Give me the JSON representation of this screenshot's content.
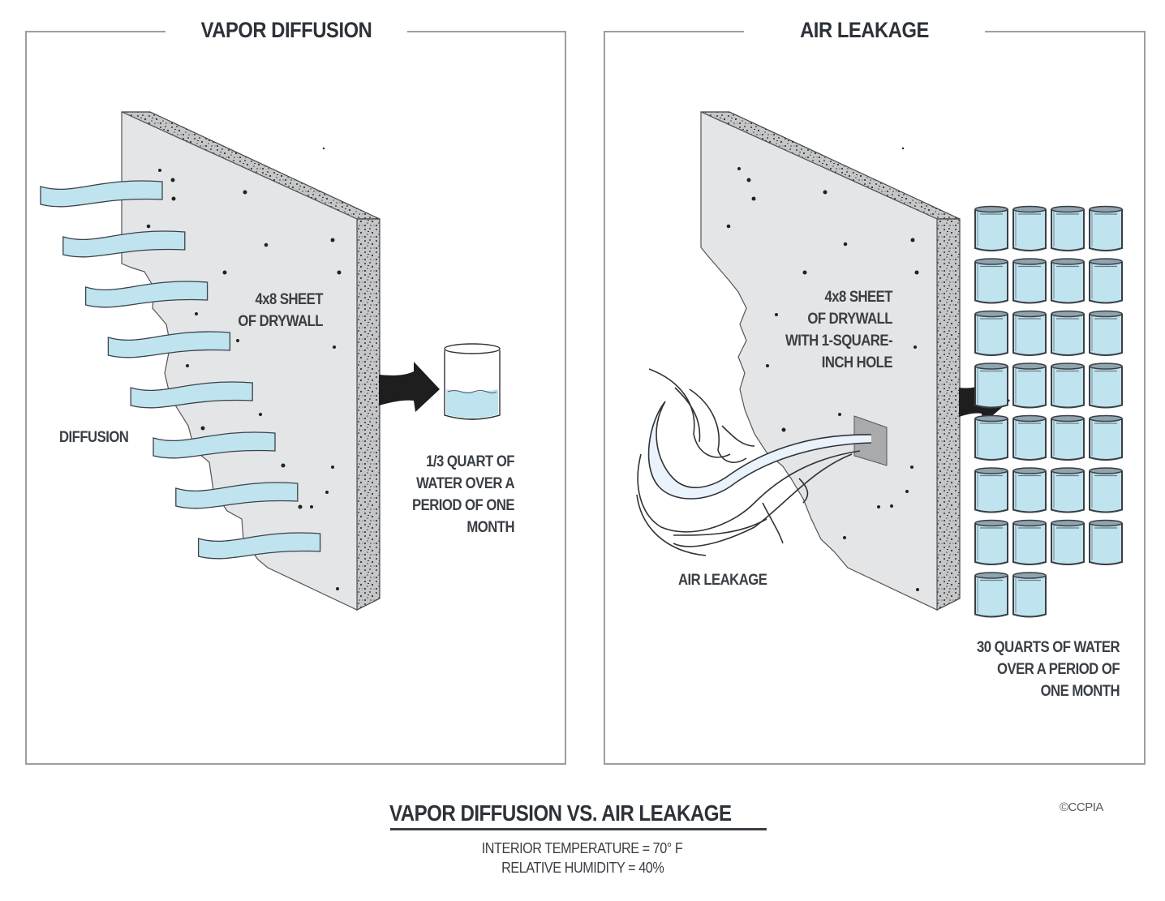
{
  "figure": {
    "title": "VAPOR DIFFUSION VS. AIR LEAKAGE",
    "conditions": [
      "INTERIOR TEMPERATURE = 70° F",
      "RELATIVE HUMIDITY = 40%"
    ],
    "copyright": "©CCPIA"
  },
  "panels": {
    "vapor_diffusion": {
      "title": "VAPOR DIFFUSION",
      "wall_label": [
        "4x8 SHEET",
        "OF DRYWALL"
      ],
      "flow_label": "DIFFUSION",
      "flow_streams": 8,
      "result_label": [
        "1/3 QUART OF",
        "WATER OVER A",
        "PERIOD OF ONE",
        "MONTH"
      ],
      "water_quarts": 0.333,
      "containers_shown": 1,
      "container_fill_fraction": 0.35
    },
    "air_leakage": {
      "title": "AIR LEAKAGE",
      "wall_label": [
        "4x8 SHEET",
        "OF DRYWALL",
        "WITH 1-SQUARE-",
        "INCH HOLE"
      ],
      "flow_label": "AIR LEAKAGE",
      "result_label": [
        "30 QUARTS OF WATER",
        "OVER A PERIOD OF",
        "ONE MONTH"
      ],
      "water_quarts": 30,
      "containers_shown": 30,
      "containers_per_row": 4
    }
  },
  "colors": {
    "water": "#bfe3ef",
    "drywall": "#e4e5e6",
    "edge": "#b8babc",
    "frame": "#9a9ea4",
    "text": "#3a3f45",
    "air": "#eaf3fb"
  }
}
